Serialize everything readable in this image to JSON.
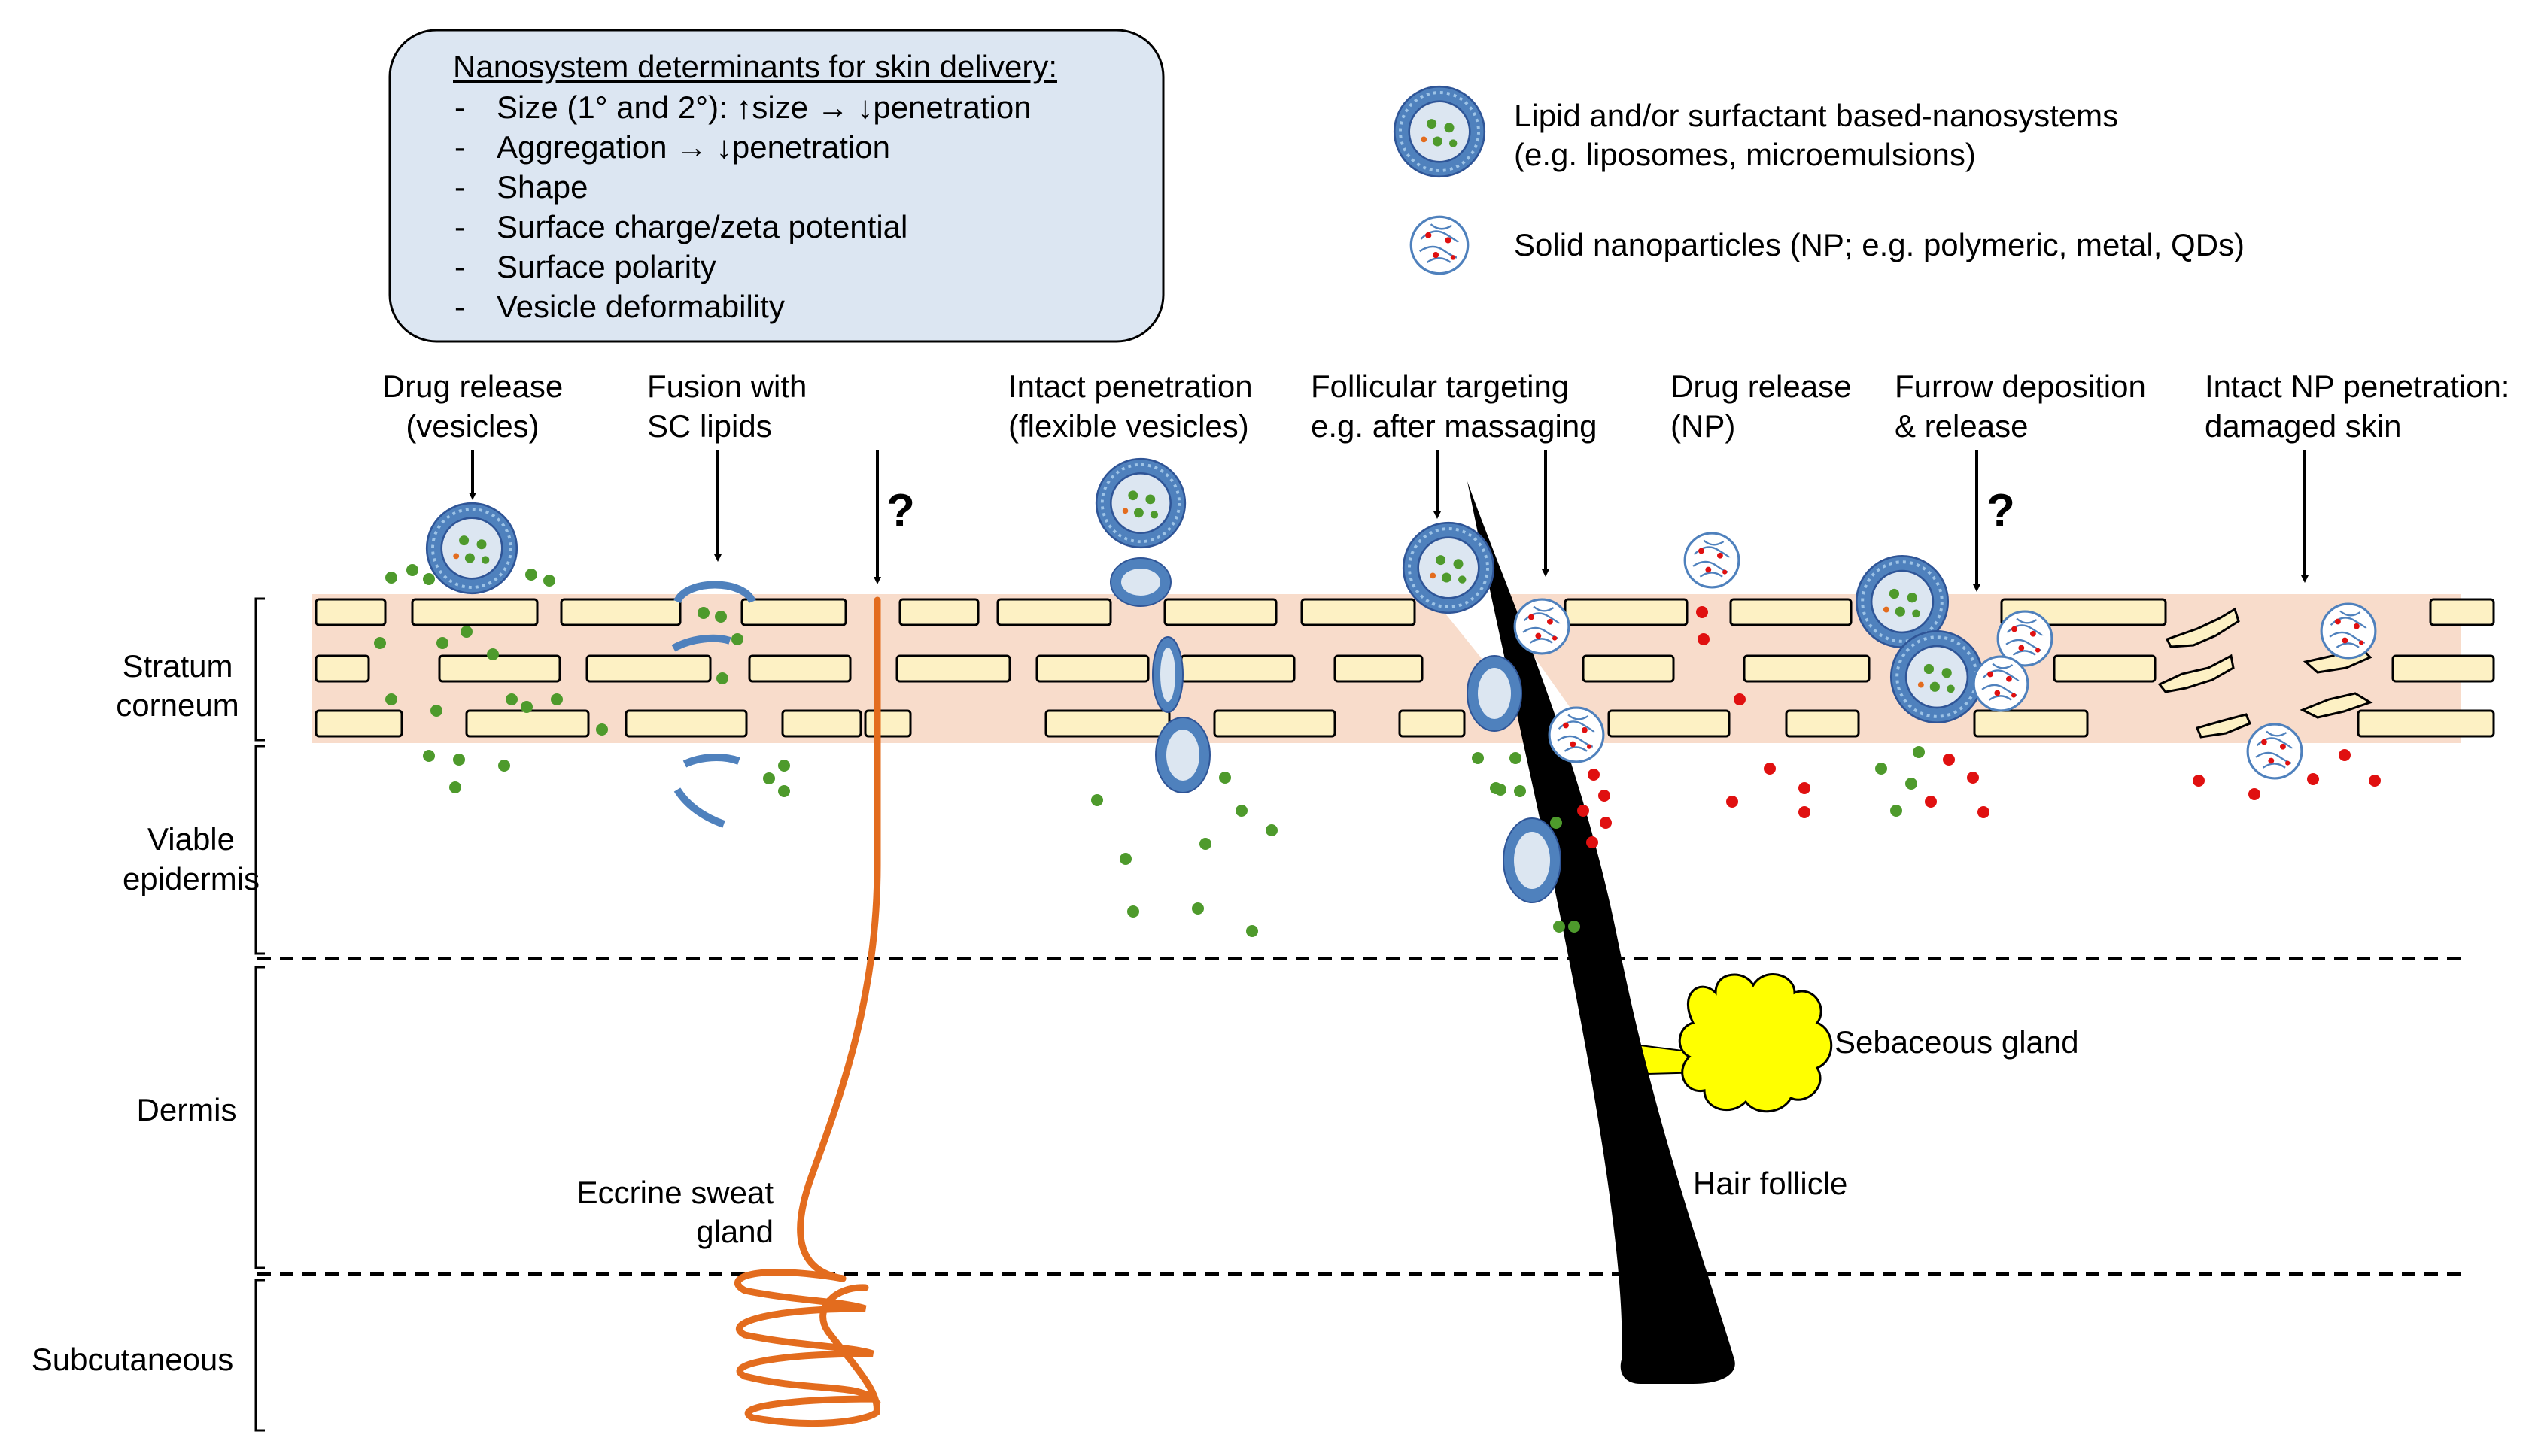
{
  "determinants": {
    "title": "Nanosystem determinants for skin delivery:",
    "items": [
      "Size (1° and 2°): ↑size → ↓penetration",
      "Aggregation → ↓penetration",
      "Shape",
      "Surface charge/zeta potential",
      "Surface polarity",
      "Vesicle deformability"
    ]
  },
  "legend": {
    "lipid": [
      "Lipid and/or surfactant based-nanosystems",
      "(e.g. liposomes, microemulsions)"
    ],
    "solid": "Solid nanoparticles (NP; e.g. polymeric, metal, QDs)"
  },
  "mechanisms": [
    {
      "id": "drug-release-vesicles",
      "lines": [
        "Drug release",
        "(vesicles)"
      ]
    },
    {
      "id": "fusion",
      "lines": [
        "Fusion with",
        "SC lipids"
      ]
    },
    {
      "id": "intact-penetration",
      "lines": [
        "Intact penetration",
        "(flexible vesicles)"
      ]
    },
    {
      "id": "follicular",
      "lines": [
        "Follicular targeting",
        "e.g. after massaging"
      ]
    },
    {
      "id": "drug-release-np",
      "lines": [
        "Drug release",
        "(NP)"
      ]
    },
    {
      "id": "furrow",
      "lines": [
        "Furrow deposition",
        "& release"
      ]
    },
    {
      "id": "damaged-skin",
      "lines": [
        "Intact NP penetration:",
        "damaged skin"
      ]
    }
  ],
  "question_mark": "?",
  "layers": {
    "stratum_corneum": [
      "Stratum",
      "corneum"
    ],
    "viable_epidermis": [
      "Viable",
      "epidermis"
    ],
    "dermis": "Dermis",
    "subcutaneous": "Subcutaneous"
  },
  "structures": {
    "sweat_gland": [
      "Eccrine sweat",
      "gland"
    ],
    "sebaceous_gland": "Sebaceous gland",
    "hair_follicle": "Hair follicle"
  },
  "colors": {
    "skin": "#f8dccb",
    "corneocyte": "#fdf1c4",
    "vesicle_blue": "#4f81bd",
    "vesicle_core": "#dce6f1",
    "drug_green": "#4e9a2c",
    "np_red": "#e01010",
    "sweat_orange": "#e36c1e",
    "sebaceous_yellow": "#ffff00",
    "box_fill": "#dce6f2"
  }
}
